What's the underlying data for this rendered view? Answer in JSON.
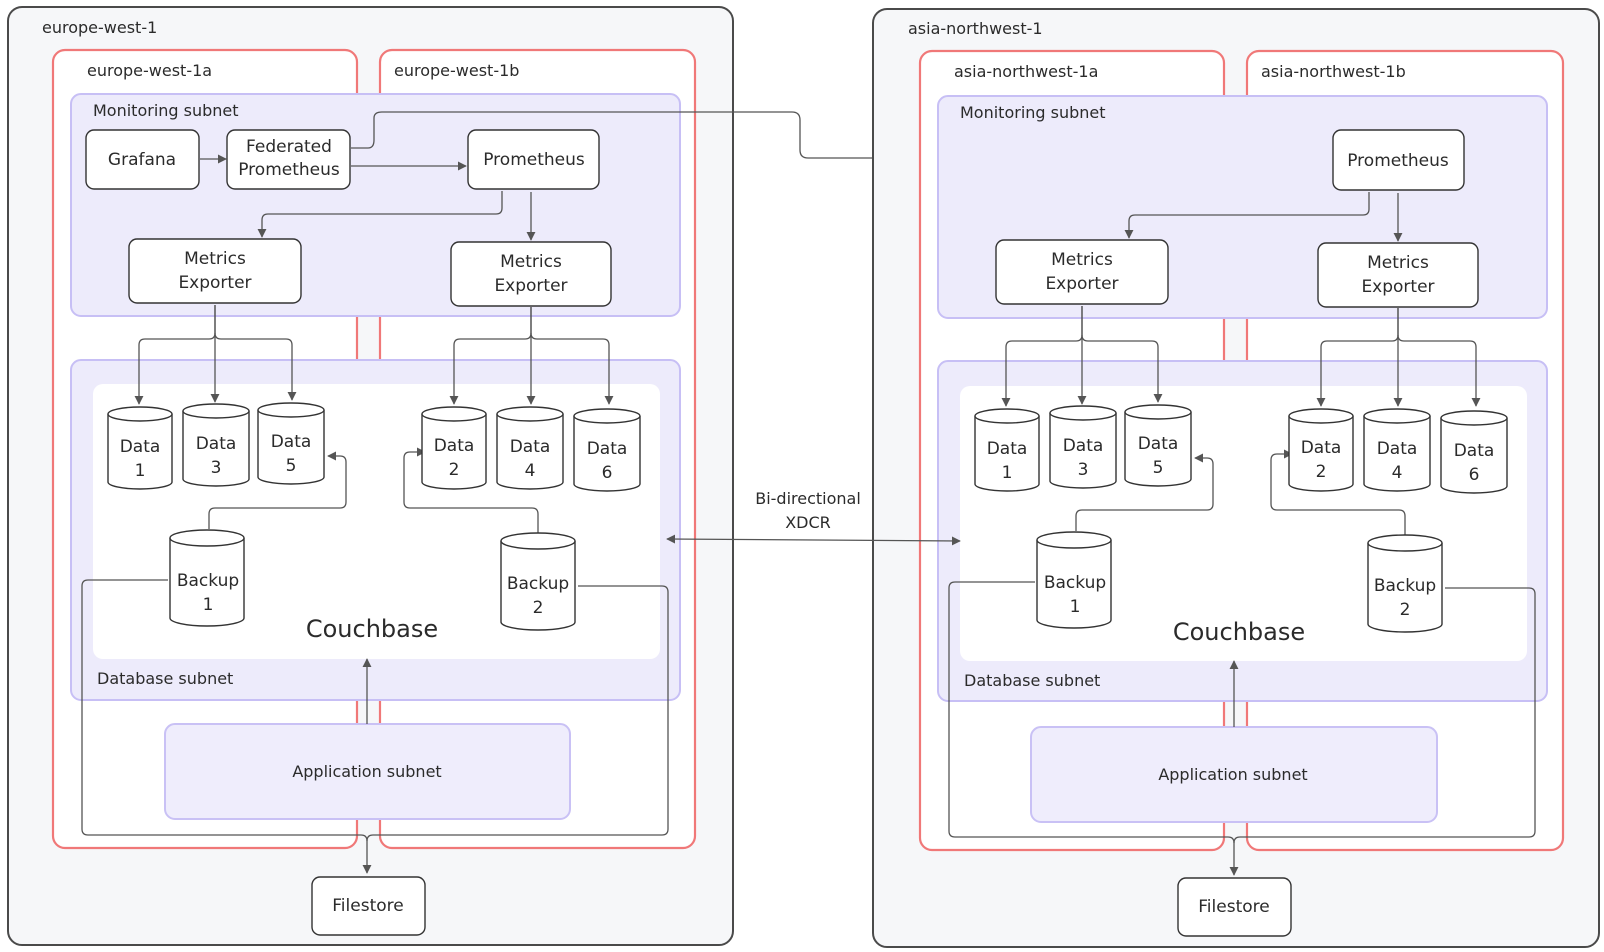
{
  "regions": [
    {
      "label": "europe-west-1",
      "zones": [
        "europe-west-1a",
        "europe-west-1b"
      ],
      "monitoring_subnet": "Monitoring subnet",
      "grafana": "Grafana",
      "federated_prometheus": [
        "Federated",
        "Prometheus"
      ],
      "prometheus": "Prometheus",
      "exporters": [
        [
          "Metrics",
          "Exporter"
        ],
        [
          "Metrics",
          "Exporter"
        ]
      ],
      "database_subnet": "Database subnet",
      "cluster": "Couchbase",
      "data_nodes": [
        [
          "Data",
          "1"
        ],
        [
          "Data",
          "3"
        ],
        [
          "Data",
          "5"
        ],
        [
          "Data",
          "2"
        ],
        [
          "Data",
          "4"
        ],
        [
          "Data",
          "6"
        ]
      ],
      "backups": [
        [
          "Backup",
          "1"
        ],
        [
          "Backup",
          "2"
        ]
      ],
      "application_subnet": "Application subnet",
      "filestore": "Filestore"
    },
    {
      "label": "asia-northwest-1",
      "zones": [
        "asia-northwest-1a",
        "asia-northwest-1b"
      ],
      "monitoring_subnet": "Monitoring subnet",
      "prometheus": "Prometheus",
      "exporters": [
        [
          "Metrics",
          "Exporter"
        ],
        [
          "Metrics",
          "Exporter"
        ]
      ],
      "database_subnet": "Database subnet",
      "cluster": "Couchbase",
      "data_nodes": [
        [
          "Data",
          "1"
        ],
        [
          "Data",
          "3"
        ],
        [
          "Data",
          "5"
        ],
        [
          "Data",
          "2"
        ],
        [
          "Data",
          "4"
        ],
        [
          "Data",
          "6"
        ]
      ],
      "backups": [
        [
          "Backup",
          "1"
        ],
        [
          "Backup",
          "2"
        ]
      ],
      "application_subnet": "Application subnet",
      "filestore": "Filestore"
    }
  ],
  "xdcr_label": [
    "Bi-directional",
    "XDCR"
  ],
  "colors": {
    "region_stroke": "#4a4a4a",
    "region_fill": "#f6f7f9",
    "zone_stroke": "#f07878",
    "subnet_fill": "#edebfb",
    "subnet_stroke": "#c7bff5",
    "node_stroke": "#333333",
    "edge": "#555555"
  }
}
